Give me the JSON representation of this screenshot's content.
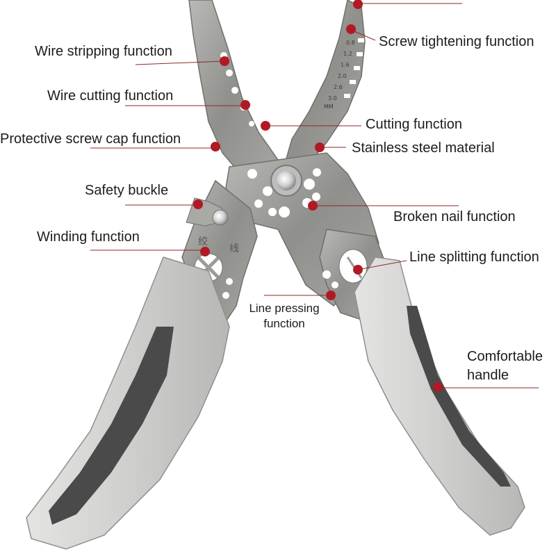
{
  "photo": {
    "subject": "multi-function wire stripper pliers",
    "handle_color": "#d0d0ce",
    "grip_color": "#4a4a4a",
    "blade_color": "#9b9b98",
    "marker_color": "#b11a24",
    "leader_color": "#8a2a2a",
    "scale_marks": [
      "0.8",
      "1.2",
      "1.6",
      "2.0",
      "2.6",
      "3.0",
      "MM"
    ],
    "blade_marks": [
      "绞",
      "线"
    ]
  },
  "labels": {
    "wire_stripping": "Wire stripping function",
    "screw_tightening": "Screw tightening function",
    "wire_cutting": "Wire cutting function",
    "cutting": "Cutting function",
    "protective_screw_cap": "Protective screw cap function",
    "stainless_steel": "Stainless steel material",
    "safety_buckle": "Safety buckle",
    "broken_nail": "Broken nail function",
    "winding": "Winding function",
    "line_splitting": "Line splitting function",
    "line_pressing": "Line pressing\nfunction",
    "comfortable_handle": "Comfortable\nhandle"
  }
}
